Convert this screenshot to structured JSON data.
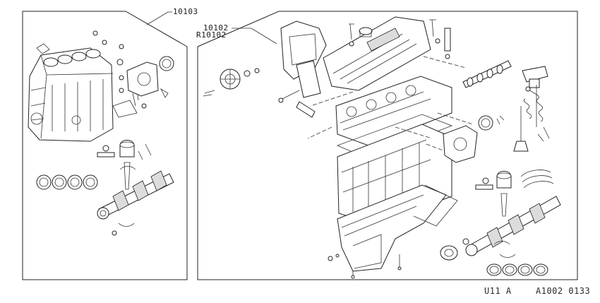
{
  "callouts": {
    "short_block": "10103",
    "long_block_line1": "10102",
    "long_block_line2": "R10102"
  },
  "footer": {
    "model_code": "U11 A",
    "figure_code": "A1002 0133"
  }
}
